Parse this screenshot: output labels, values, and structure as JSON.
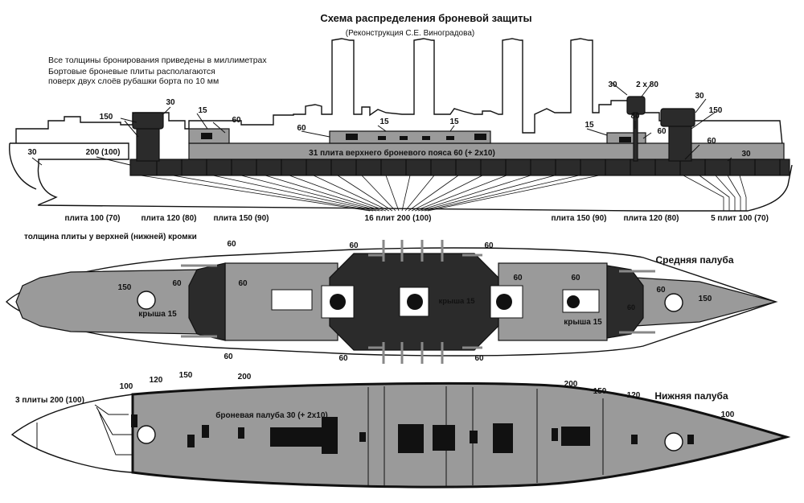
{
  "title": "Схема распределения броневой защиты",
  "subtitle": "(Реконструкция С.Е. Виноградова)",
  "notes": [
    "Все толщины бронирования приведены в миллиметрах",
    "Бортовые броневые плиты располагаются",
    "поверх двух слоёв рубашки борта по 10 мм"
  ],
  "side_view": {
    "upper_belt_label": "31 плита верхнего броневого пояса 60 (+ 2x10)",
    "callouts": {
      "fwd_tower_top": "30",
      "fwd_tower_side": "150",
      "fwd_casemate_roof": "15",
      "fwd_casemate_side": "60",
      "bow_deck": "30",
      "belt_end": "200 (100)",
      "mid_casemate_side": "60",
      "mid_casemate_roof_1": "15",
      "mid_casemate_roof_2": "15",
      "aft_casemate_roof": "15",
      "aft_tube": "80",
      "aft_top": "30",
      "aft_top_2": "2 x 80",
      "aft_casemate_side": "60",
      "aft_tower_top": "30",
      "aft_tower_side": "150",
      "aft_belt": "60",
      "stern_deck": "30"
    },
    "plate_labels": [
      "плита 100 (70)",
      "плита 120 (80)",
      "плита 150 (90)",
      "16 плит 200 (100)",
      "плита 150 (90)",
      "плита 120 (80)",
      "5 плит 100 (70)"
    ],
    "plate_note": "толщина плиты у верхней (нижней) кромки"
  },
  "middle_deck": {
    "title": "Средняя палуба",
    "callouts": {
      "fwd_barbette": "150",
      "fwd_roof": "крыша 15",
      "fwd_bulkhead_a": "60",
      "fwd_bulkhead_b": "60",
      "fwd_top": "60",
      "fwd_bottom": "60",
      "mid_top_left": "60",
      "mid_top_right": "60",
      "mid_bottom_left": "60",
      "mid_bottom_right": "60",
      "mid_roof": "крыша 15",
      "mid_right": "60",
      "aft_a": "60",
      "aft_b": "60",
      "aft_c": "60",
      "aft_roof": "крыша 15",
      "aft_barbette": "150"
    }
  },
  "lower_deck": {
    "title": "Нижняя палуба",
    "deck_label": "броневая палуба 30 (+ 2x10)",
    "bow_plates": "3 плиты 200 (100)",
    "callouts_fwd": [
      "100",
      "120",
      "150",
      "200"
    ],
    "callouts_aft": [
      "200",
      "150",
      "120",
      "100"
    ]
  }
}
